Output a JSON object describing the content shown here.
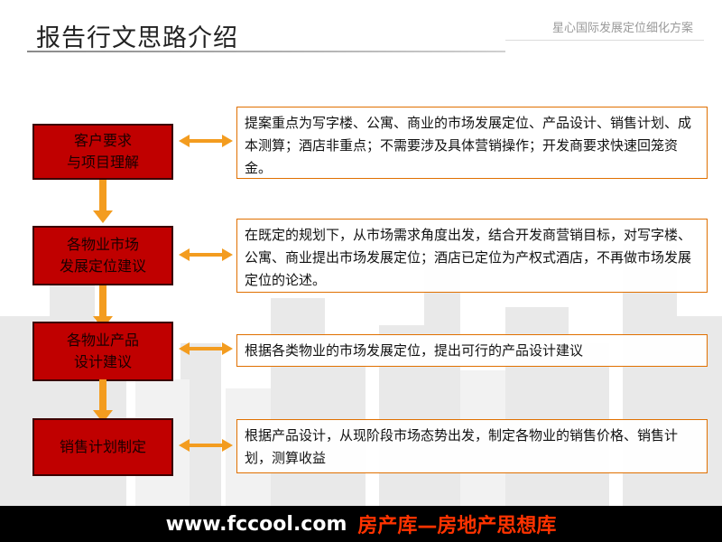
{
  "header": {
    "title": "报告行文思路介绍",
    "subtitle": "星心国际发展定位细化方案"
  },
  "steps": [
    {
      "label": "客户要求\n与项目理解",
      "description": "提案重点为写字楼、公寓、商业的市场发展定位、产品设计、销售计划、成本测算；酒店非重点；不需要涉及具体营销操作；开发商要求快速回笼资金。"
    },
    {
      "label": "各物业市场\n发展定位建议",
      "description": "在既定的规划下，从市场需求角度出发，结合开发商营销目标，对写字楼、公寓、商业提出市场发展定位；酒店已定位为产权式酒店，不再做市场发展定位的论述。"
    },
    {
      "label": "各物业产品\n设计建议",
      "description": "根据各类物业的市场发展定位，提出可行的产品设计建议"
    },
    {
      "label": "销售计划制定",
      "description": "根据产品设计，从现阶段市场态势出发，制定各物业的销售价格、销售计划，测算收益"
    }
  ],
  "footer": {
    "site": "www.fccool.com",
    "brand": "房产库—房地产思想库"
  },
  "colors": {
    "step_fill": "#c00000",
    "arrow": "#f39c1f",
    "desc_border": "#e07000"
  }
}
